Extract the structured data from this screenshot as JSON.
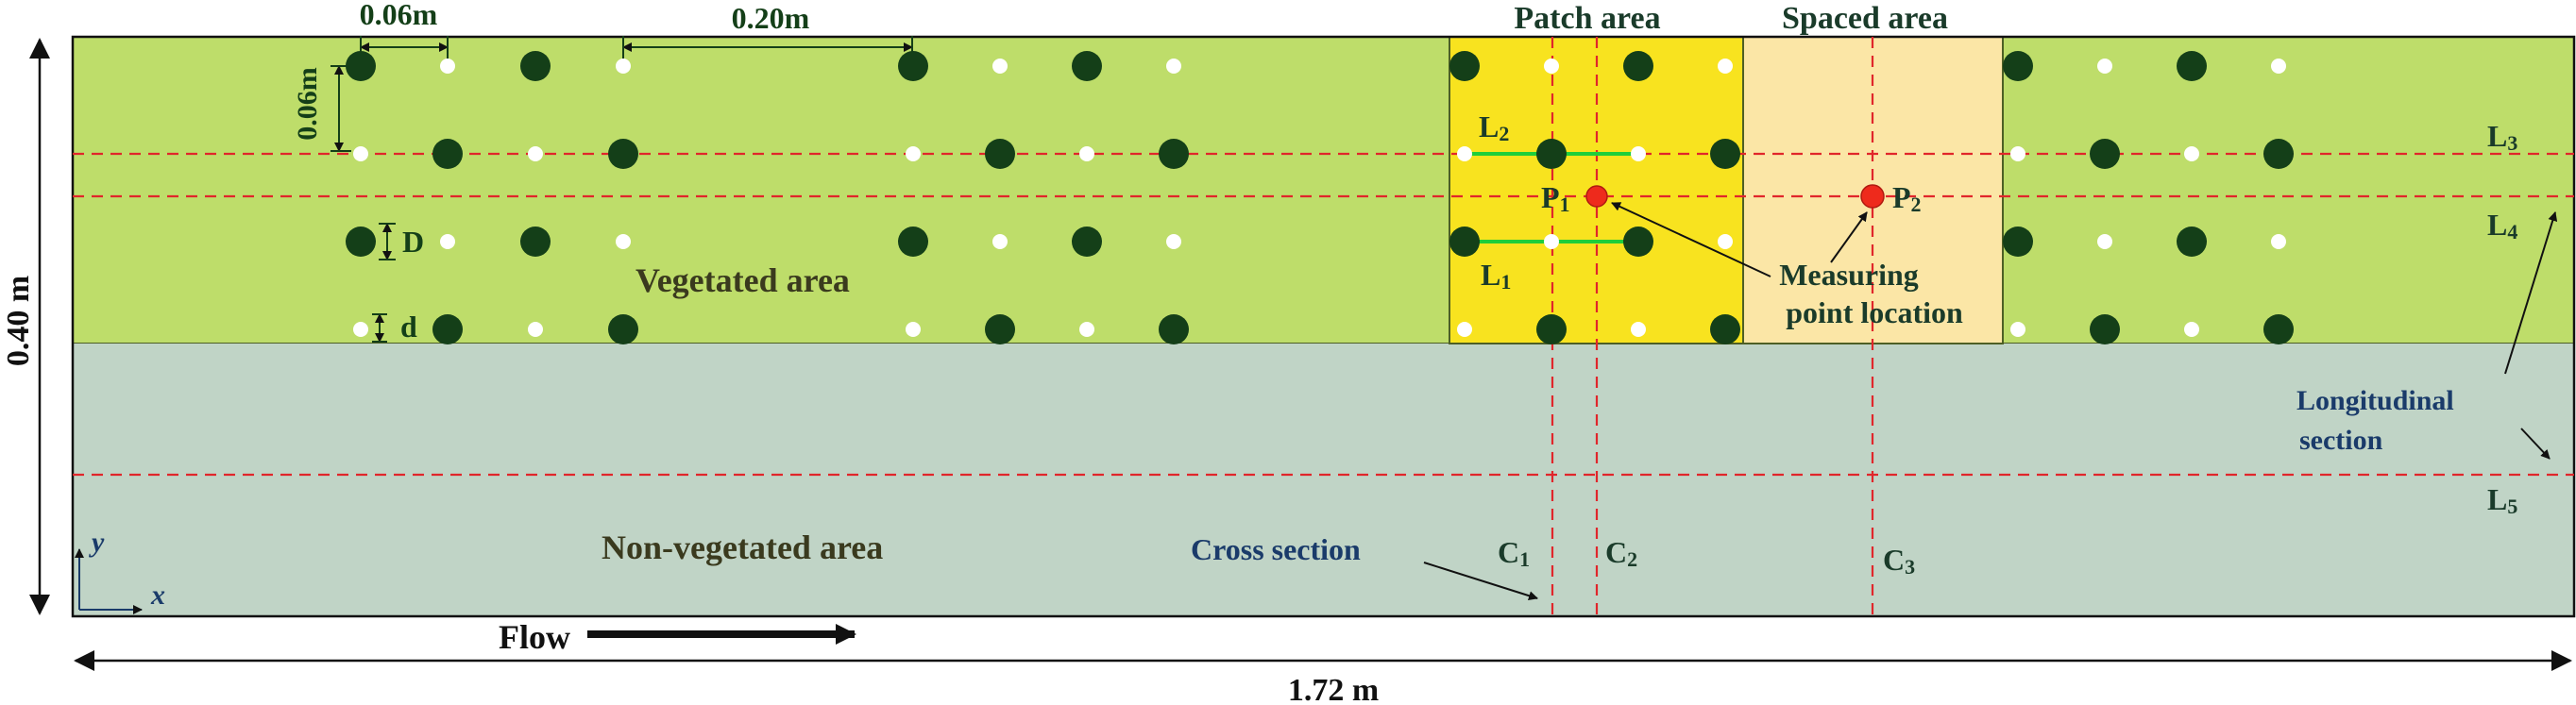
{
  "labels": {
    "patch_area": "Patch area",
    "spaced_area": "Spaced area",
    "vegetated_area": "Vegetated area",
    "non_vegetated_area": "Non-vegetated area",
    "measuring_point_1": "Measuring",
    "measuring_point_2": "point location",
    "cross_section": "Cross section",
    "longitudinal_1": "Longitudinal",
    "longitudinal_2": "section",
    "flow": "Flow",
    "width_dim": "0.40 m",
    "length_dim": "1.72 m",
    "spacing_x": "0.06m",
    "spacing_y": "0.06m",
    "group_gap": "0.20m",
    "D": "D",
    "d": "d",
    "axis_x": "x",
    "axis_y": "y"
  },
  "lines": {
    "longitudinal": [
      {
        "main": "L",
        "sub": "3"
      },
      {
        "main": "L",
        "sub": "4"
      },
      {
        "main": "L",
        "sub": "5"
      }
    ],
    "cross": [
      {
        "main": "C",
        "sub": "1"
      },
      {
        "main": "C",
        "sub": "2"
      },
      {
        "main": "C",
        "sub": "3"
      }
    ],
    "green": [
      {
        "main": "L",
        "sub": "2"
      },
      {
        "main": "L",
        "sub": "1"
      }
    ]
  },
  "points": [
    {
      "main": "P",
      "sub": "1"
    },
    {
      "main": "P",
      "sub": "2"
    }
  ],
  "colors": {
    "vegetated": "#bedd6a",
    "non_vegetated": "#c0d4c6",
    "patch": "#f8e31f",
    "spaced": "#fbe6a6",
    "stem_dark": "#143f18",
    "stem_white": "#ffffff",
    "dashed": "#e0262b",
    "green_line": "#1fce3a",
    "point": "#ee2a1c",
    "text": "#1a3b2a",
    "dim": "#111111"
  }
}
